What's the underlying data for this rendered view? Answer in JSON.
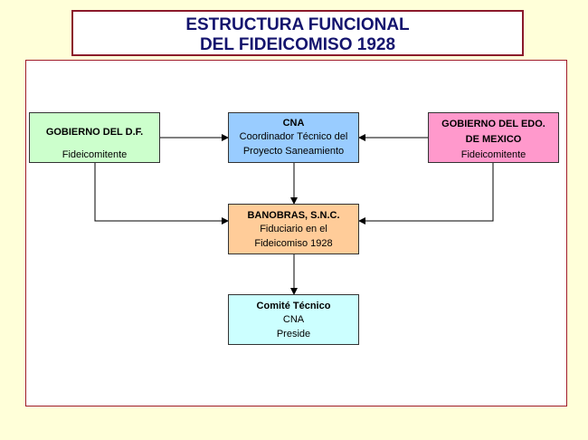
{
  "title": {
    "line1": "ESTRUCTURA FUNCIONAL",
    "line2": "DEL FIDEICOMISO 1928"
  },
  "nodes": {
    "gdf": {
      "name": "GOBIERNO DEL D.F.",
      "role": "Fideicomitente",
      "color": "#ccffcc"
    },
    "cna": {
      "name": "CNA",
      "role_line1": "Coordinador Técnico del",
      "role_line2": "Proyecto Saneamiento",
      "color": "#99ccff"
    },
    "edomex": {
      "name_line1": "GOBIERNO DEL EDO.",
      "name_line2": "DE MEXICO",
      "role": "Fideicomitente",
      "color": "#ff99cc"
    },
    "banobras": {
      "name": "BANOBRAS, S.N.C.",
      "role_line1": "Fiduciario en el",
      "role_line2": "Fideicomiso 1928",
      "color": "#ffcc99"
    },
    "comite": {
      "name": "Comité Técnico",
      "line2": "CNA",
      "line3": "Preside",
      "color": "#ccffff"
    }
  },
  "colors": {
    "title_text": "#14146e",
    "border": "#8b1a2b",
    "background": "#ffffd9"
  }
}
